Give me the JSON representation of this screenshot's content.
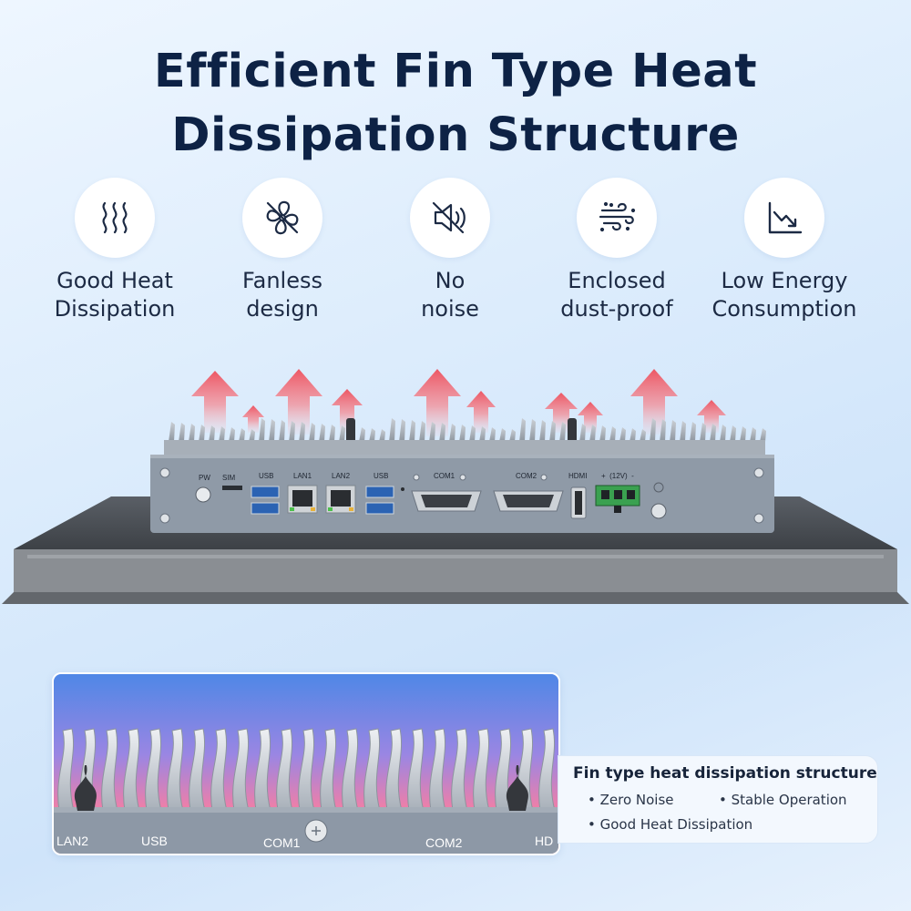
{
  "headline": {
    "line1": "Efficient Fin Type Heat",
    "line2": "Dissipation Structure"
  },
  "features": [
    {
      "icon": "heat-waves-icon",
      "line1": "Good Heat",
      "line2": "Dissipation"
    },
    {
      "icon": "no-fan-icon",
      "line1": "Fanless",
      "line2": "design"
    },
    {
      "icon": "muted-speaker-icon",
      "line1": "No",
      "line2": "noise"
    },
    {
      "icon": "wind-dust-icon",
      "line1": "Enclosed",
      "line2": "dust-proof"
    },
    {
      "icon": "trend-down-chart-icon",
      "line1": "Low Energy",
      "line2": "Consumption"
    }
  ],
  "ports": {
    "pw": "PW",
    "sim": "SIM",
    "usb1": "USB",
    "lan1": "LAN1",
    "lan2": "LAN2",
    "usb2": "USB",
    "com1": "COM1",
    "com2": "COM2",
    "hdmi": "HDMI",
    "power": "+  (12V)  -"
  },
  "inset_labels": {
    "lan2": "LAN2",
    "usb": "USB",
    "com1": "COM1",
    "com2": "COM2",
    "hdmi": "HD"
  },
  "info_card": {
    "title": "Fin type heat dissipation structure",
    "bullets": [
      "• Zero Noise",
      "• Stable Operation",
      "• Good Heat Dissipation"
    ]
  },
  "colors": {
    "title": "#0d2245",
    "heat_arrow": "#ee5a66",
    "chassis": "#8e99a6",
    "panel": "#4a4e54"
  }
}
